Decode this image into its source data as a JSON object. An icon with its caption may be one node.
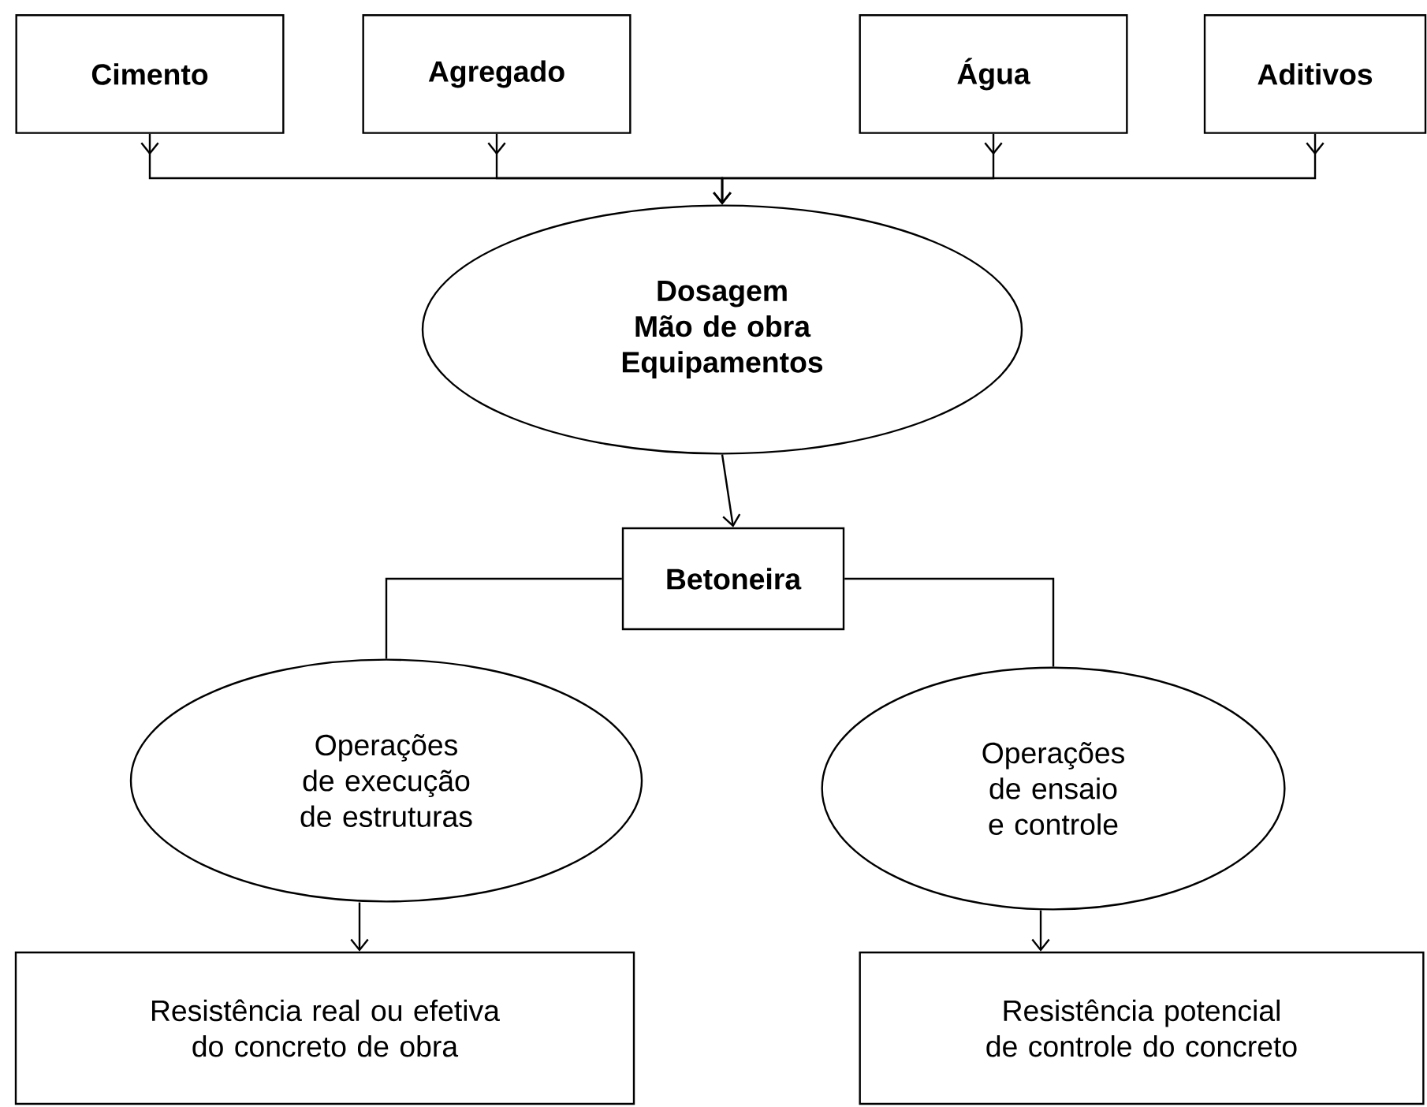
{
  "diagram": {
    "nodes": [
      {
        "text": [
          "Cimento"
        ]
      },
      {
        "text": [
          "Agregado"
        ]
      },
      {
        "text": [
          "Água"
        ]
      },
      {
        "text": [
          "Aditivos"
        ]
      },
      {
        "text": [
          "Dosagem Mão de obra Equipamentos"
        ]
      },
      {
        "text": [
          "Betoneira"
        ]
      },
      {
        "text": [
          "Operações de execução de estruturas"
        ]
      },
      {
        "text": [
          "Operações de ensaio e controle"
        ]
      },
      {
        "text": [
          "Resistência real ou efetiva do concreto de obra"
        ]
      },
      {
        "text": [
          "Resistência potencial de controle do concreto"
        ]
      }
    ],
    "edges": [
      {
        "from": 0,
        "to": 4,
        "arrow": "to"
      },
      {
        "from": 1,
        "to": 4,
        "arrow": "to"
      },
      {
        "from": 2,
        "to": 4,
        "arrow": "to"
      },
      {
        "from": 3,
        "to": 4,
        "arrow": "to"
      },
      {
        "from": 4,
        "to": 5,
        "arrow": "to"
      },
      {
        "from": 5,
        "to": 6,
        "arrow": "none"
      },
      {
        "from": 5,
        "to": 7,
        "arrow": "none"
      },
      {
        "from": 6,
        "to": 8,
        "arrow": "to"
      },
      {
        "from": 7,
        "to": 9,
        "arrow": "to"
      }
    ]
  }
}
